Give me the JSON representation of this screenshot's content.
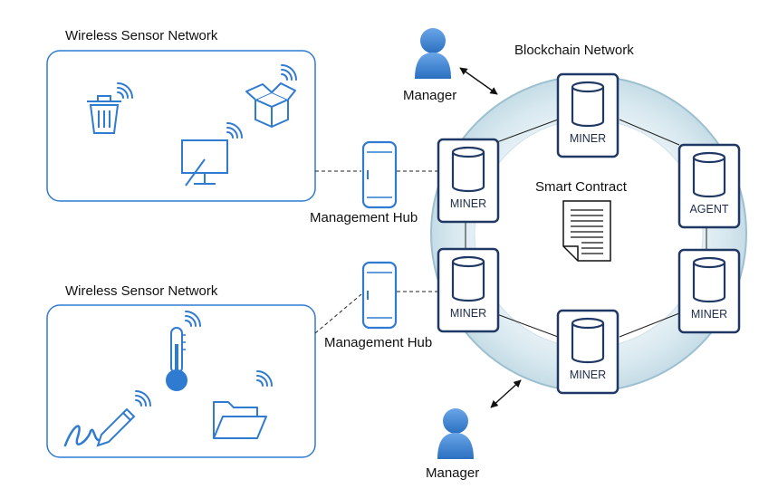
{
  "wsn_top": {
    "title": "Wireless Sensor Network",
    "devices": [
      "trash-can-icon",
      "package-box-icon",
      "monitor-icon"
    ]
  },
  "wsn_bottom": {
    "title": "Wireless Sensor Network",
    "devices": [
      "thermometer-icon",
      "signature-pen-icon",
      "folder-icon"
    ]
  },
  "hub_top": {
    "label": "Management Hub"
  },
  "hub_bottom": {
    "label": "Management Hub"
  },
  "blockchain": {
    "title": "Blockchain Network",
    "center_label": "Smart Contract"
  },
  "nodes": {
    "top": "MINER",
    "upper_left": "MINER",
    "upper_right": "AGENT",
    "lower_left": "MINER",
    "lower_right": "MINER",
    "bottom": "MINER"
  },
  "managers": {
    "top": "Manager",
    "bottom": "Manager"
  },
  "colors": {
    "accent": "#2f7bd1",
    "node_border": "#1f3864",
    "ring_fill": "#d3e6ee",
    "ring_edge": "#9cc0d0"
  }
}
